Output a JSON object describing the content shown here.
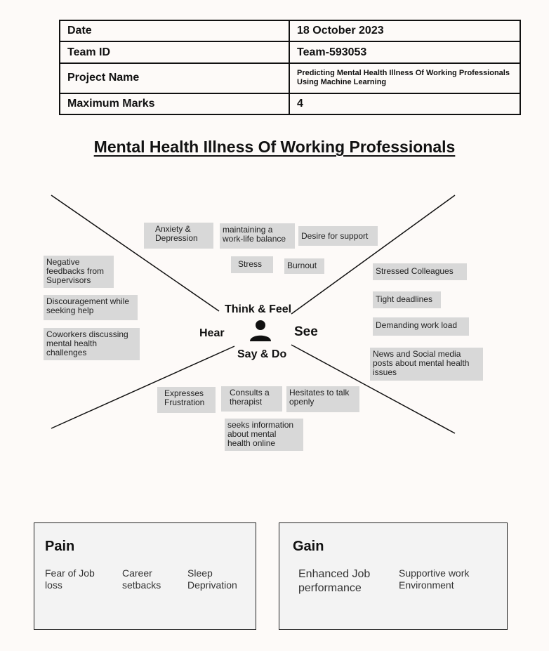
{
  "info_table": {
    "rows": [
      {
        "label": "Date",
        "value": "18 October 2023"
      },
      {
        "label": "Team ID",
        "value": "Team-593053"
      },
      {
        "label": "Project Name",
        "value": "Predicting Mental Health Illness Of Working Professionals Using Machine Learning"
      },
      {
        "label": "Maximum Marks",
        "value": "4"
      }
    ]
  },
  "title": "Mental Health Illness Of Working Professionals",
  "empathy_map": {
    "quadrants": {
      "think_feel": "Think & Feel",
      "hear": "Hear",
      "see": "See",
      "say_do": "Say & Do"
    },
    "center_icon": "user-icon",
    "think_feel_notes": [
      "Anxiety & Depression",
      "maintaining a work-life balance",
      "Desire for support",
      "Stress",
      "Burnout"
    ],
    "hear_notes": [
      "Negative feedbacks from Supervisors",
      "Discouragement while seeking help",
      "Coworkers discussing mental health challenges"
    ],
    "see_notes": [
      "Stressed Colleagues",
      "Tight deadlines",
      "Demanding work load",
      "News and Social media posts about mental health issues"
    ],
    "say_do_notes": [
      "Expresses Frustration",
      "Consults a therapist",
      "Hesitates to talk openly",
      "seeks information about mental health online"
    ],
    "note_color": "#d8d8d8"
  },
  "pain": {
    "title": "Pain",
    "items": [
      "Fear of Job loss",
      "Career setbacks",
      "Sleep Deprivation"
    ]
  },
  "gain": {
    "title": "Gain",
    "items": [
      "Enhanced Job performance",
      "Supportive work Environment"
    ]
  }
}
